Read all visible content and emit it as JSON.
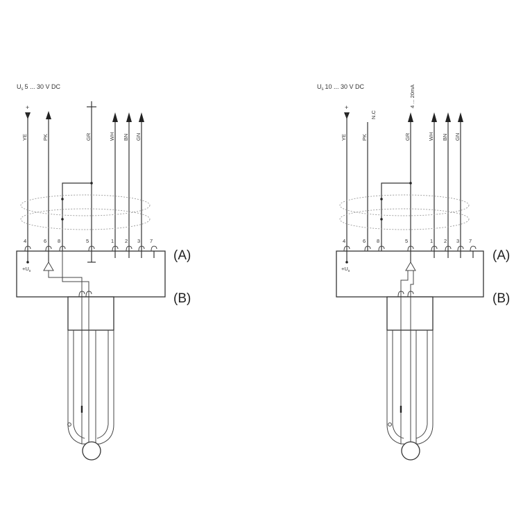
{
  "left": {
    "supply_prefix": "U",
    "supply_sub": "s",
    "supply_range": "5 ... 30 V DC",
    "plus_symbol": "+",
    "ground_symbol": "⊥",
    "wire_labels": [
      "YE",
      "PK",
      "GR",
      "WH",
      "BN",
      "GN"
    ],
    "terminal_numbers": [
      "4",
      "6",
      "8",
      "5",
      "1",
      "2",
      "3",
      "7"
    ],
    "inner_supply_label": "+U",
    "inner_supply_sub": "s"
  },
  "right": {
    "supply_prefix": "U",
    "supply_sub": "s",
    "supply_range": "10 ... 30 V DC",
    "plus_symbol": "+",
    "nc_label": "N.C",
    "current_label": "4 ... 20mA",
    "wire_labels": [
      "YE",
      "PK",
      "GR",
      "WH",
      "BN",
      "GN"
    ],
    "terminal_numbers": [
      "4",
      "6",
      "8",
      "5",
      "1",
      "2",
      "3",
      "7"
    ],
    "inner_supply_label": "+U",
    "inner_supply_sub": "s"
  },
  "callouts": {
    "a": "(A)",
    "b": "(B)"
  }
}
